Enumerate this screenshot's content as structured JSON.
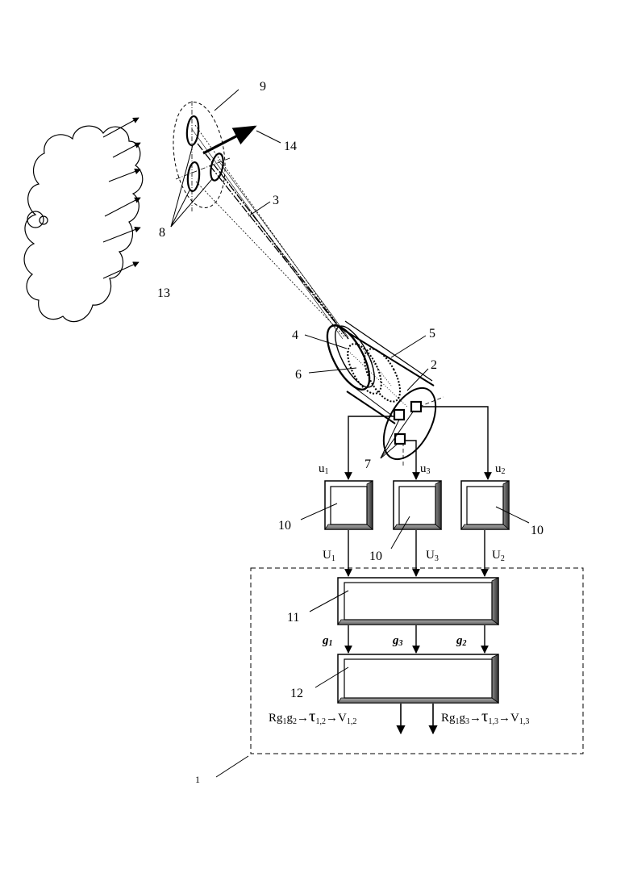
{
  "labels": {
    "n1": "1",
    "n2": "2",
    "n3": "3",
    "n4": "4",
    "n5": "5",
    "n6": "6",
    "n7": "7",
    "n8": "8",
    "n9": "9",
    "n10": "10",
    "n11": "11",
    "n12": "12",
    "n13": "13",
    "n14": "14"
  },
  "signals": {
    "u1": {
      "base": "u",
      "sub": "1"
    },
    "u2": {
      "base": "u",
      "sub": "2"
    },
    "u3": {
      "base": "u",
      "sub": "3"
    },
    "U1": {
      "base": "U",
      "sub": "1"
    },
    "U2": {
      "base": "U",
      "sub": "2"
    },
    "U3": {
      "base": "U",
      "sub": "3"
    },
    "g1": {
      "base": "g",
      "sub": "1"
    },
    "g2": {
      "base": "g",
      "sub": "2"
    },
    "g3": {
      "base": "g",
      "sub": "3"
    }
  },
  "formulas": {
    "left": {
      "r": "Rg",
      "s1": "1",
      "g": "g",
      "s2": "2",
      "arrow1": "→",
      "tau": "τ",
      "ts": "1,2",
      "arrow2": "→",
      "v": "V",
      "vs": "1,2"
    },
    "right": {
      "r": "Rg",
      "s1": "1",
      "g": "g",
      "s2": "3",
      "arrow1": "→",
      "tau": "τ",
      "ts": "1,3",
      "arrow2": "→",
      "v": "V",
      "vs": "1,3"
    }
  }
}
